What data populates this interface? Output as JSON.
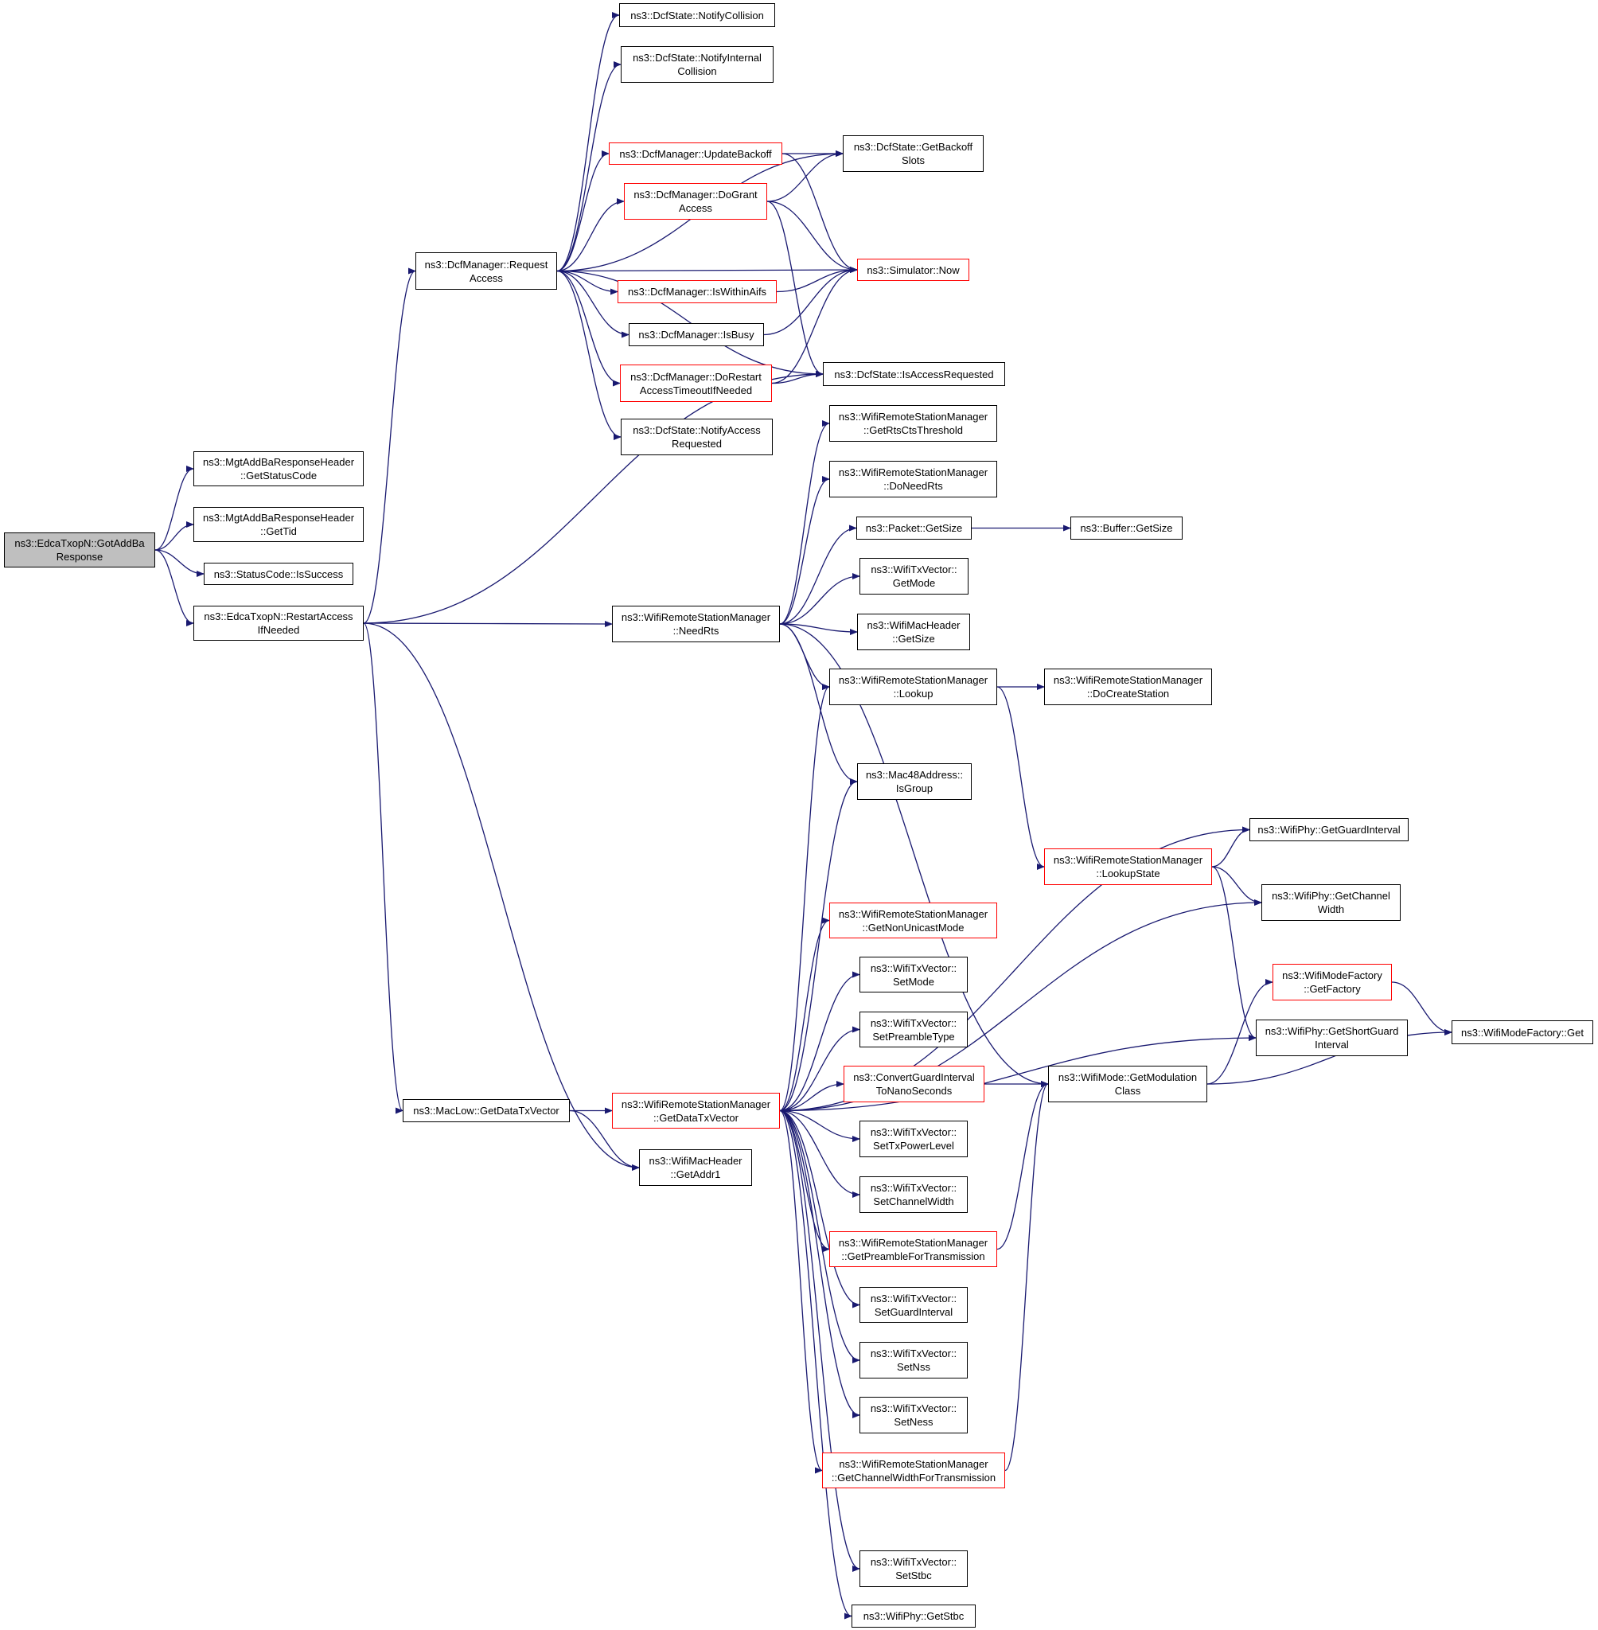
{
  "colors": {
    "edge": "#191970",
    "node_border": "#000000",
    "node_border_incomplete": "#ff0000",
    "root_fill": "#bfbfbf"
  },
  "nodes": {
    "root": "ns3::EdcaTxopN::GotAddBa\nResponse",
    "get_status_code": "ns3::MgtAddBaResponseHeader\n::GetStatusCode",
    "get_tid": "ns3::MgtAddBaResponseHeader\n::GetTid",
    "is_success": "ns3::StatusCode::IsSuccess",
    "restart_access": "ns3::EdcaTxopN::RestartAccess\nIfNeeded",
    "request_access": "ns3::DcfManager::Request\nAccess",
    "notify_collision": "ns3::DcfState::NotifyCollision",
    "notify_internal_collision": "ns3::DcfState::NotifyInternal\nCollision",
    "update_backoff": "ns3::DcfManager::UpdateBackoff",
    "get_backoff_slots": "ns3::DcfState::GetBackoff\nSlots",
    "do_grant_access": "ns3::DcfManager::DoGrant\nAccess",
    "simulator_now": "ns3::Simulator::Now",
    "is_within_aifs": "ns3::DcfManager::IsWithinAifs",
    "is_busy": "ns3::DcfManager::IsBusy",
    "do_restart_access": "ns3::DcfManager::DoRestart\nAccessTimeoutIfNeeded",
    "is_access_requested": "ns3::DcfState::IsAccessRequested",
    "notify_access_requested": "ns3::DcfState::NotifyAccess\nRequested",
    "get_rts_cts_threshold": "ns3::WifiRemoteStationManager\n::GetRtsCtsThreshold",
    "do_need_rts": "ns3::WifiRemoteStationManager\n::DoNeedRts",
    "packet_get_size": "ns3::Packet::GetSize",
    "buffer_get_size": "ns3::Buffer::GetSize",
    "txvector_get_mode": "ns3::WifiTxVector::\nGetMode",
    "need_rts": "ns3::WifiRemoteStationManager\n::NeedRts",
    "mac_header_get_size": "ns3::WifiMacHeader\n::GetSize",
    "lookup": "ns3::WifiRemoteStationManager\n::Lookup",
    "do_create_station": "ns3::WifiRemoteStationManager\n::DoCreateStation",
    "is_group": "ns3::Mac48Address::\nIsGroup",
    "get_guard_interval": "ns3::WifiPhy::GetGuardInterval",
    "lookup_state": "ns3::WifiRemoteStationManager\n::LookupState",
    "get_channel_width": "ns3::WifiPhy::GetChannel\nWidth",
    "get_non_unicast_mode": "ns3::WifiRemoteStationManager\n::GetNonUnicastMode",
    "set_mode": "ns3::WifiTxVector::\nSetMode",
    "set_preamble_type": "ns3::WifiTxVector::\nSetPreambleType",
    "get_factory": "ns3::WifiModeFactory\n::GetFactory",
    "get_short_guard_interval": "ns3::WifiPhy::GetShortGuard\nInterval",
    "mode_factory_get": "ns3::WifiModeFactory::Get",
    "convert_guard_interval": "ns3::ConvertGuardInterval\nToNanoSeconds",
    "get_modulation_class": "ns3::WifiMode::GetModulation\nClass",
    "maclow_get_data_tx_vector": "ns3::MacLow::GetDataTxVector",
    "get_data_tx_vector": "ns3::WifiRemoteStationManager\n::GetDataTxVector",
    "set_tx_power_level": "ns3::WifiTxVector::\nSetTxPowerLevel",
    "get_addr1": "ns3::WifiMacHeader\n::GetAddr1",
    "set_channel_width": "ns3::WifiTxVector::\nSetChannelWidth",
    "get_preamble_for_transmission": "ns3::WifiRemoteStationManager\n::GetPreambleForTransmission",
    "set_guard_interval": "ns3::WifiTxVector::\nSetGuardInterval",
    "set_nss": "ns3::WifiTxVector::\nSetNss",
    "set_ness": "ns3::WifiTxVector::\nSetNess",
    "get_channel_width_for_transmission": "ns3::WifiRemoteStationManager\n::GetChannelWidthForTransmission",
    "set_stbc": "ns3::WifiTxVector::\nSetStbc",
    "phy_get_stbc": "ns3::WifiPhy::GetStbc"
  },
  "edges": [
    [
      "root",
      "get_status_code"
    ],
    [
      "root",
      "get_tid"
    ],
    [
      "root",
      "is_success"
    ],
    [
      "root",
      "restart_access"
    ],
    [
      "restart_access",
      "request_access"
    ],
    [
      "restart_access",
      "is_access_requested"
    ],
    [
      "restart_access",
      "need_rts"
    ],
    [
      "restart_access",
      "maclow_get_data_tx_vector"
    ],
    [
      "restart_access",
      "get_addr1"
    ],
    [
      "request_access",
      "notify_collision"
    ],
    [
      "request_access",
      "notify_internal_collision"
    ],
    [
      "request_access",
      "get_backoff_slots"
    ],
    [
      "request_access",
      "update_backoff"
    ],
    [
      "request_access",
      "do_grant_access"
    ],
    [
      "request_access",
      "simulator_now"
    ],
    [
      "request_access",
      "is_within_aifs"
    ],
    [
      "request_access",
      "is_busy"
    ],
    [
      "request_access",
      "do_restart_access"
    ],
    [
      "request_access",
      "notify_access_requested"
    ],
    [
      "request_access",
      "is_access_requested"
    ],
    [
      "update_backoff",
      "get_backoff_slots"
    ],
    [
      "update_backoff",
      "simulator_now"
    ],
    [
      "do_grant_access",
      "get_backoff_slots"
    ],
    [
      "do_grant_access",
      "simulator_now"
    ],
    [
      "do_grant_access",
      "is_access_requested"
    ],
    [
      "is_within_aifs",
      "simulator_now"
    ],
    [
      "is_busy",
      "simulator_now"
    ],
    [
      "do_restart_access",
      "simulator_now"
    ],
    [
      "do_restart_access",
      "is_access_requested"
    ],
    [
      "need_rts",
      "get_rts_cts_threshold"
    ],
    [
      "need_rts",
      "do_need_rts"
    ],
    [
      "need_rts",
      "packet_get_size"
    ],
    [
      "need_rts",
      "txvector_get_mode"
    ],
    [
      "need_rts",
      "mac_header_get_size"
    ],
    [
      "need_rts",
      "lookup"
    ],
    [
      "need_rts",
      "is_group"
    ],
    [
      "need_rts",
      "get_modulation_class"
    ],
    [
      "packet_get_size",
      "buffer_get_size"
    ],
    [
      "lookup",
      "do_create_station"
    ],
    [
      "lookup",
      "lookup_state"
    ],
    [
      "lookup_state",
      "get_guard_interval"
    ],
    [
      "lookup_state",
      "get_channel_width"
    ],
    [
      "lookup_state",
      "get_short_guard_interval"
    ],
    [
      "maclow_get_data_tx_vector",
      "get_data_tx_vector"
    ],
    [
      "maclow_get_data_tx_vector",
      "get_addr1"
    ],
    [
      "get_data_tx_vector",
      "lookup"
    ],
    [
      "get_data_tx_vector",
      "is_group"
    ],
    [
      "get_data_tx_vector",
      "get_guard_interval"
    ],
    [
      "get_data_tx_vector",
      "get_channel_width"
    ],
    [
      "get_data_tx_vector",
      "get_non_unicast_mode"
    ],
    [
      "get_data_tx_vector",
      "set_mode"
    ],
    [
      "get_data_tx_vector",
      "set_preamble_type"
    ],
    [
      "get_data_tx_vector",
      "convert_guard_interval"
    ],
    [
      "get_data_tx_vector",
      "set_tx_power_level"
    ],
    [
      "get_data_tx_vector",
      "set_channel_width"
    ],
    [
      "get_data_tx_vector",
      "get_preamble_for_transmission"
    ],
    [
      "get_data_tx_vector",
      "set_guard_interval"
    ],
    [
      "get_data_tx_vector",
      "set_nss"
    ],
    [
      "get_data_tx_vector",
      "set_ness"
    ],
    [
      "get_data_tx_vector",
      "get_channel_width_for_transmission"
    ],
    [
      "get_data_tx_vector",
      "get_short_guard_interval"
    ],
    [
      "get_data_tx_vector",
      "set_stbc"
    ],
    [
      "get_data_tx_vector",
      "phy_get_stbc"
    ],
    [
      "convert_guard_interval",
      "get_modulation_class"
    ],
    [
      "get_preamble_for_transmission",
      "get_modulation_class"
    ],
    [
      "get_channel_width_for_transmission",
      "get_modulation_class"
    ],
    [
      "get_modulation_class",
      "get_factory"
    ],
    [
      "get_modulation_class",
      "mode_factory_get"
    ],
    [
      "get_factory",
      "mode_factory_get"
    ]
  ]
}
